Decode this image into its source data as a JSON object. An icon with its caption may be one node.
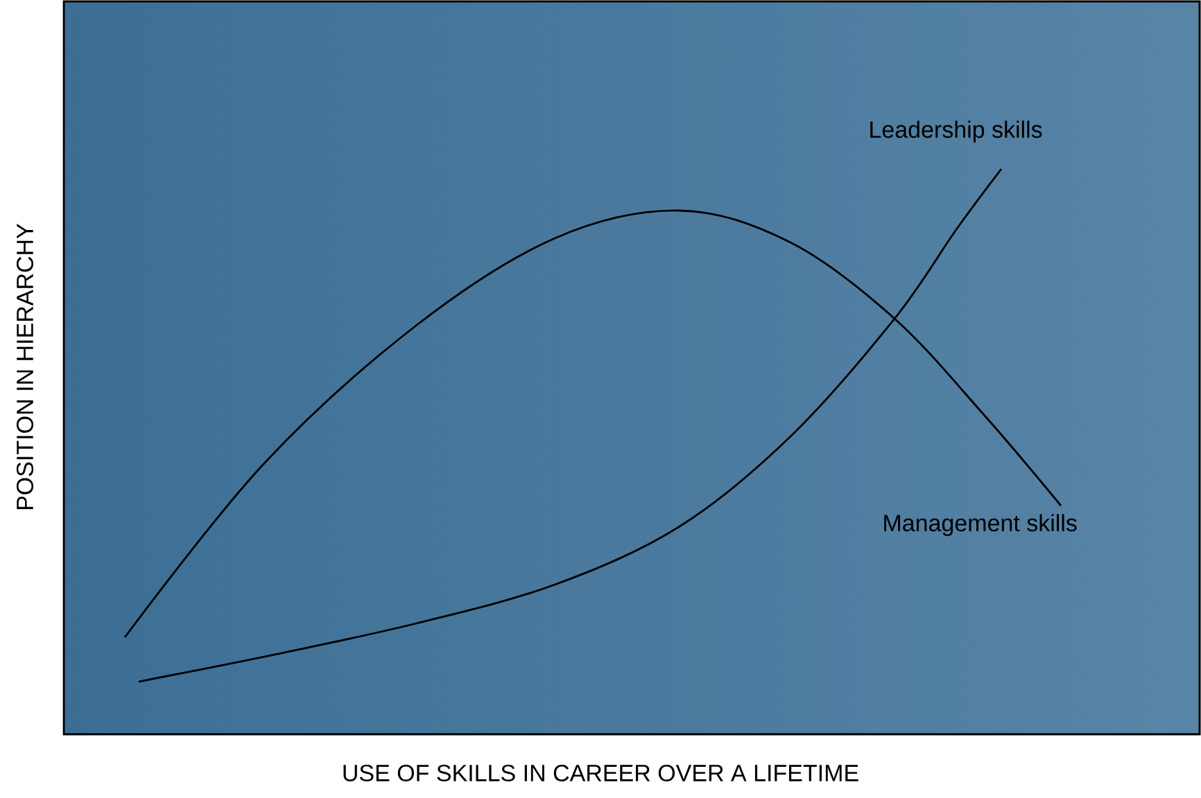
{
  "diagram": {
    "labels": [
      "Leadership skills",
      "Management skills",
      "POSITION IN HIERARCHY",
      "USE OF SKILLS IN CAREER OVER A LIFETIME"
    ]
  }
}
